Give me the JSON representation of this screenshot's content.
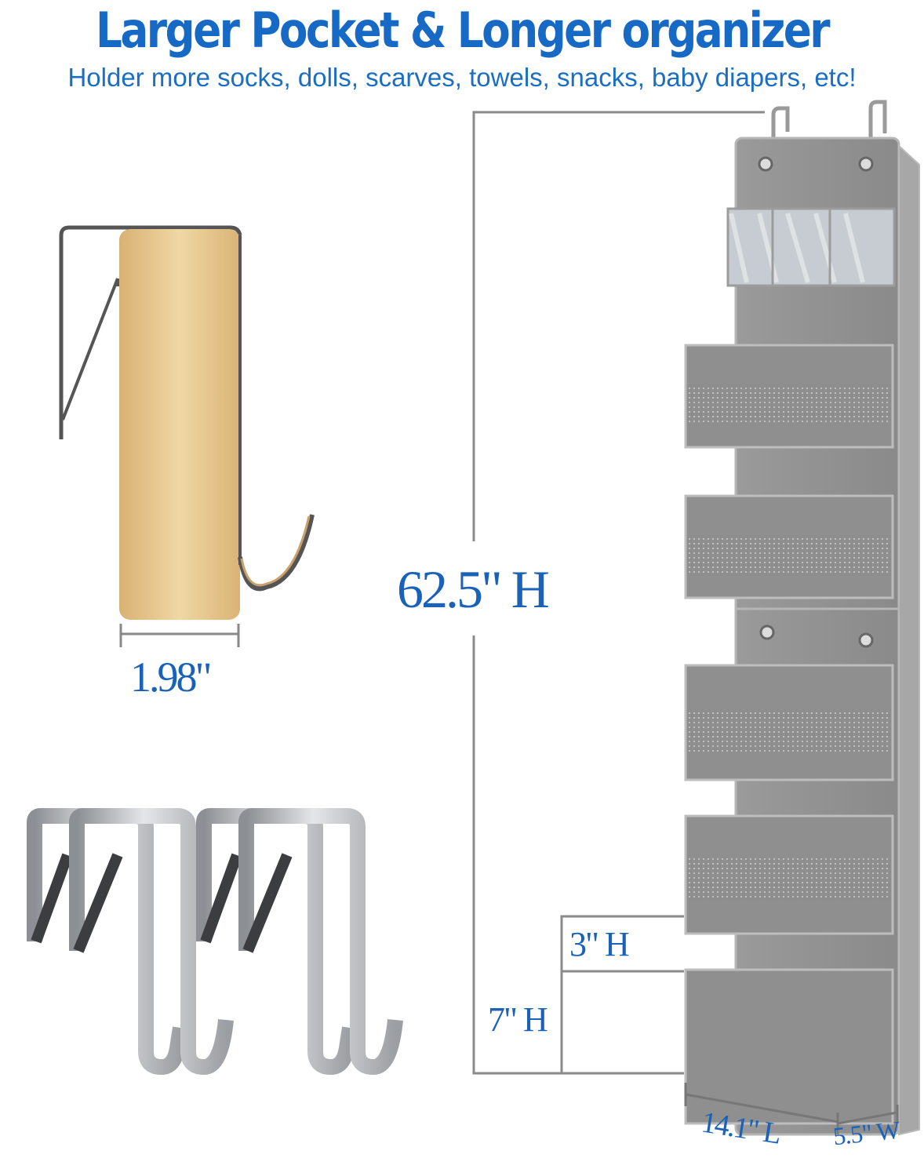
{
  "header": {
    "title": "Larger Pocket & Longer organizer",
    "subtitle": "Holder more socks, dolls, scarves, towels, snacks, baby diapers, etc!"
  },
  "dimensions": {
    "door_thickness": "1.98\"",
    "total_height": "62.5\" H",
    "pocket_front_height": "3\" H",
    "pocket_height": "7\" H",
    "length": "14.1\" L",
    "width": "5.5\" W"
  },
  "colors": {
    "title_blue": "#1669c4",
    "dimension_blue": "#1a62b8",
    "fabric_gray": "#8f8f8f",
    "wood": "#e8c98e"
  }
}
